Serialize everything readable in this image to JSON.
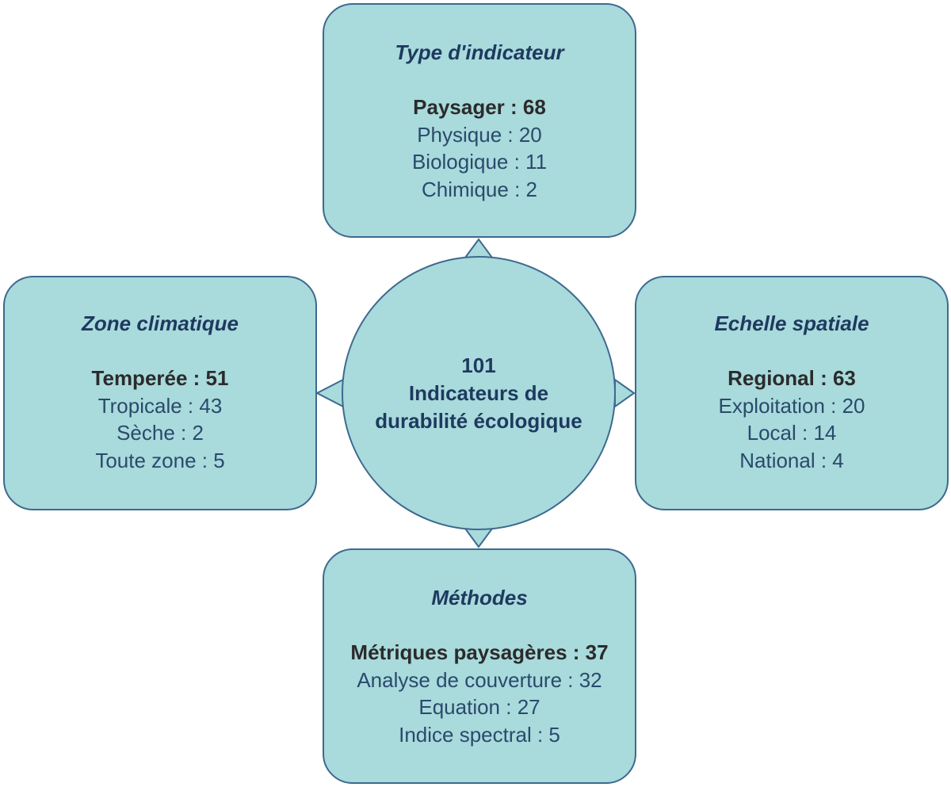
{
  "colors": {
    "node_fill": "#a9dadc",
    "node_border": "#3d6a8e",
    "title_text": "#1e3a5f",
    "item_text": "#2a4a6b",
    "major_text": "#2b2b2b"
  },
  "center": {
    "count": "101",
    "line1": "Indicateurs de",
    "line2": "durabilité écologique"
  },
  "nodes": {
    "top": {
      "title": "Type d'indicateur",
      "major": "Paysager : 68",
      "items": [
        "Physique : 20",
        "Biologique : 11",
        "Chimique : 2"
      ]
    },
    "left": {
      "title": "Zone climatique",
      "major": "Temperée : 51",
      "items": [
        "Tropicale : 43",
        "Sèche : 2",
        "Toute zone : 5"
      ]
    },
    "right": {
      "title": "Echelle spatiale",
      "major": "Regional : 63",
      "items": [
        "Exploitation : 20",
        "Local : 14",
        "National : 4"
      ]
    },
    "bottom": {
      "title": "Méthodes",
      "major": "Métriques paysagères : 37",
      "items": [
        "Analyse de couverture : 32",
        "Equation : 27",
        "Indice spectral : 5"
      ]
    }
  }
}
